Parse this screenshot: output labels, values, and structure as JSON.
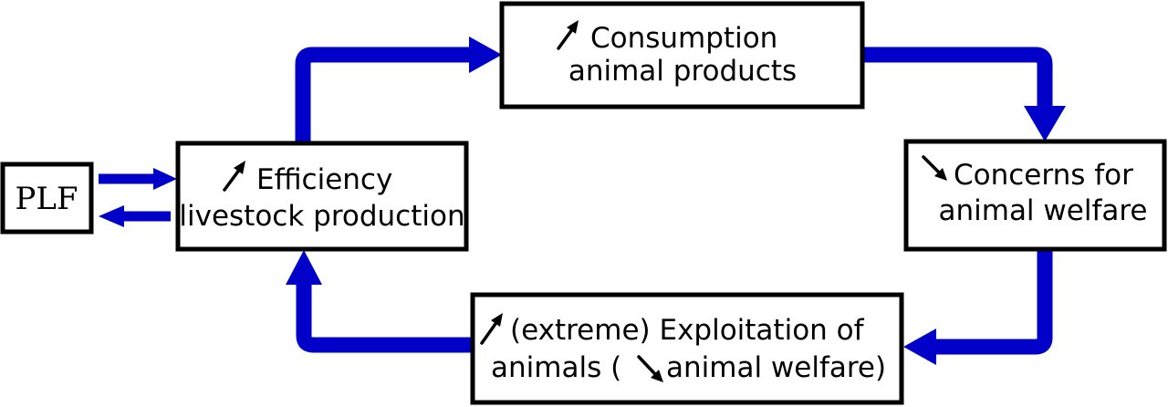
{
  "colors": {
    "flow_arrow": "#0000c8",
    "box_border": "#000000",
    "background": "#ffffff"
  },
  "nodes": {
    "plf": {
      "label": "PLF"
    },
    "efficiency": {
      "trend": "increase",
      "line1": "Efficiency",
      "line2": "livestock production"
    },
    "consumption": {
      "trend": "increase",
      "line1": "Consumption",
      "line2": "animal products"
    },
    "concerns": {
      "trend": "decrease",
      "line1": "Concerns for",
      "line2": "animal welfare"
    },
    "exploitation": {
      "trend": "increase",
      "line1": "(extreme) Exploitation of",
      "line2_part1": "animals (",
      "line2_trend": "decrease",
      "line2_part2": "animal welfare)"
    }
  },
  "edges": [
    {
      "from": "plf",
      "to": "efficiency"
    },
    {
      "from": "efficiency",
      "to": "plf"
    },
    {
      "from": "efficiency",
      "to": "consumption"
    },
    {
      "from": "consumption",
      "to": "concerns"
    },
    {
      "from": "concerns",
      "to": "exploitation"
    },
    {
      "from": "exploitation",
      "to": "efficiency"
    }
  ]
}
